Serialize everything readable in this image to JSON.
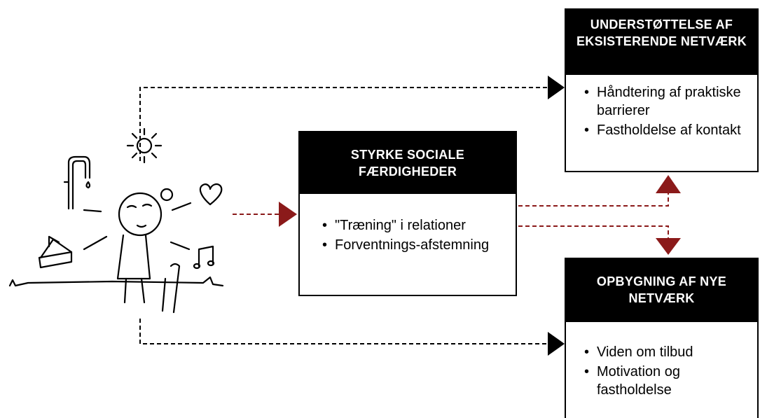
{
  "boxes": {
    "middle": {
      "title": "STYRKE SOCIALE FÆRDIGHEDER",
      "items": [
        "\"Træning\" i relationer",
        "Forventnings-afstemning"
      ]
    },
    "top_right": {
      "title": "UNDERSTØTTELSE AF EKSISTERENDE NETVÆRK",
      "items": [
        "Håndtering af praktiske barrierer",
        "Fastholdelse af kontakt"
      ]
    },
    "bottom_right": {
      "title": "OPBYGNING AF NYE NETVÆRK",
      "items": [
        "Viden om tilbud",
        "Motivation og fastholdelse"
      ]
    }
  },
  "colors": {
    "accent_red": "#8b1a1a",
    "box_header": "#000000",
    "dashed_black": "#000000"
  },
  "icons": [
    "elderly-person-with-cane-icon",
    "sun-icon",
    "heart-icon",
    "music-note-icon",
    "cake-icon",
    "water-tap-icon",
    "grass-icon"
  ]
}
